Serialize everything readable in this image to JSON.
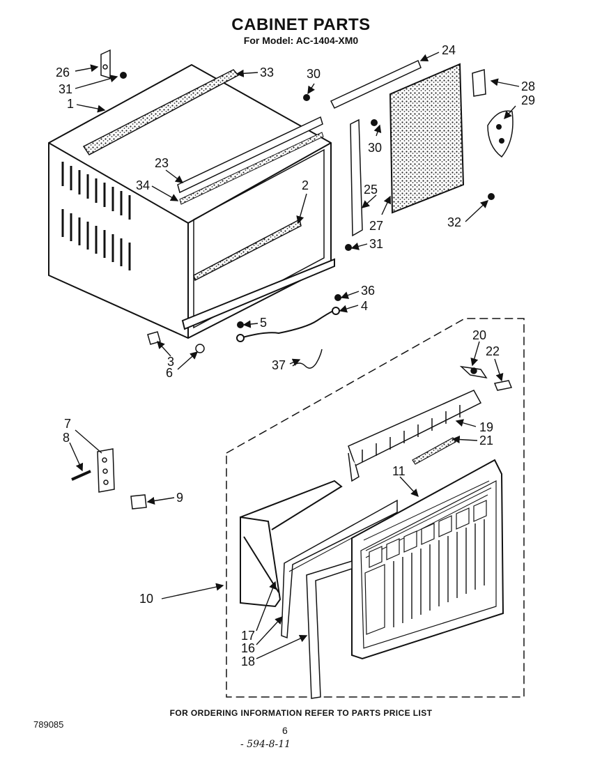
{
  "header": {
    "title": "CABINET PARTS",
    "subtitle": "For Model: AC-1404-XM0"
  },
  "callouts": [
    "26",
    "31",
    "1",
    "33",
    "30",
    "24",
    "28",
    "29",
    "23",
    "34",
    "2",
    "30",
    "25",
    "27",
    "32",
    "31",
    "36",
    "4",
    "5",
    "3",
    "6",
    "37",
    "20",
    "22",
    "19",
    "21",
    "7",
    "8",
    "9",
    "11",
    "10",
    "17",
    "16",
    "18"
  ],
  "footer": {
    "ordering_note": "FOR ORDERING INFORMATION REFER TO PARTS PRICE LIST",
    "drawing_number": "789085",
    "page_number": "6",
    "handwritten_note": "- 594-8-11"
  }
}
